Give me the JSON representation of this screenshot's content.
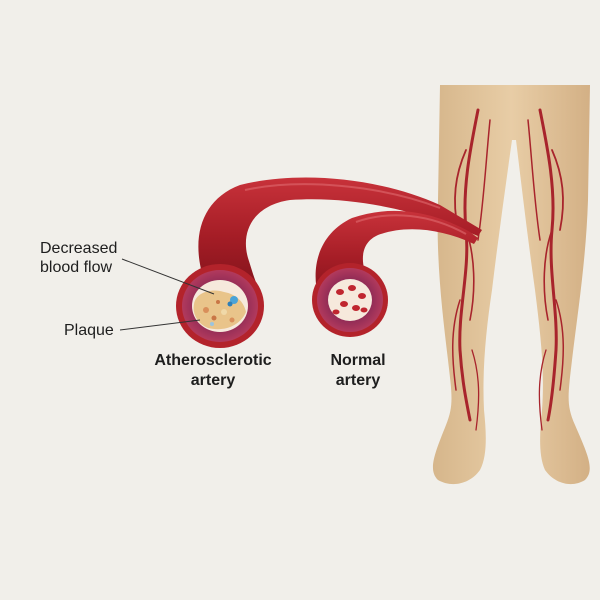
{
  "labels": {
    "decreased_line1": "Decreased",
    "decreased_line2": "blood flow",
    "plaque": "Plaque",
    "athero_line1": "Atherosclerotic",
    "athero_line2": "artery",
    "normal_line1": "Normal",
    "normal_line2": "artery"
  },
  "colors": {
    "background": "#f1efea",
    "skin": "#dfc29a",
    "artery": "#b3232b",
    "artery_dark": "#7a1018",
    "artery_wall": "#9c3a63",
    "lumen": "#f6e9dc",
    "plaque": "#e9c48a",
    "plaque_blue": "#4aa3d8"
  }
}
